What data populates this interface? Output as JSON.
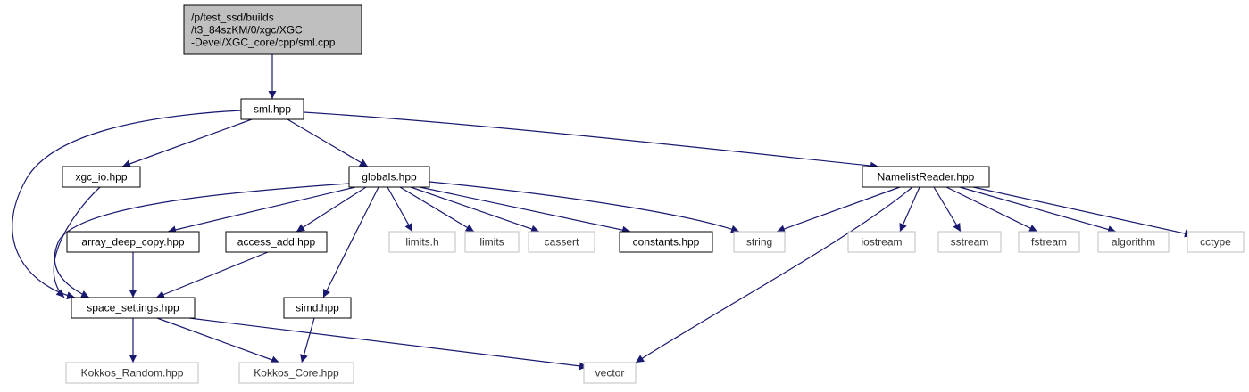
{
  "colors": {
    "edge": "#191970",
    "root_fill": "#bfbfbf",
    "node_border": "#000000",
    "external_border": "#bfbfbf",
    "node_fill": "#ffffff"
  },
  "nodes": [
    {
      "id": "root",
      "lines": [
        "/p/test_ssd/builds",
        "/t3_84szKM/0/xgc/XGC",
        "-Devel/XGC_core/cpp/sml.cpp"
      ],
      "kind": "root"
    },
    {
      "id": "sml",
      "lines": [
        "sml.hpp"
      ],
      "kind": "internal"
    },
    {
      "id": "xgc_io",
      "lines": [
        "xgc_io.hpp"
      ],
      "kind": "internal"
    },
    {
      "id": "globals",
      "lines": [
        "globals.hpp"
      ],
      "kind": "internal"
    },
    {
      "id": "namelist",
      "lines": [
        "NamelistReader.hpp"
      ],
      "kind": "internal"
    },
    {
      "id": "array_deep_copy",
      "lines": [
        "array_deep_copy.hpp"
      ],
      "kind": "internal"
    },
    {
      "id": "access_add",
      "lines": [
        "access_add.hpp"
      ],
      "kind": "internal"
    },
    {
      "id": "limits_h",
      "lines": [
        "limits.h"
      ],
      "kind": "external"
    },
    {
      "id": "limits",
      "lines": [
        "limits"
      ],
      "kind": "external"
    },
    {
      "id": "cassert",
      "lines": [
        "cassert"
      ],
      "kind": "external"
    },
    {
      "id": "constants",
      "lines": [
        "constants.hpp"
      ],
      "kind": "internal"
    },
    {
      "id": "string",
      "lines": [
        "string"
      ],
      "kind": "external"
    },
    {
      "id": "iostream",
      "lines": [
        "iostream"
      ],
      "kind": "external"
    },
    {
      "id": "sstream",
      "lines": [
        "sstream"
      ],
      "kind": "external"
    },
    {
      "id": "fstream",
      "lines": [
        "fstream"
      ],
      "kind": "external"
    },
    {
      "id": "algorithm",
      "lines": [
        "algorithm"
      ],
      "kind": "external"
    },
    {
      "id": "cctype",
      "lines": [
        "cctype"
      ],
      "kind": "external"
    },
    {
      "id": "space_settings",
      "lines": [
        "space_settings.hpp"
      ],
      "kind": "internal"
    },
    {
      "id": "simd",
      "lines": [
        "simd.hpp"
      ],
      "kind": "internal"
    },
    {
      "id": "kokkos_random",
      "lines": [
        "Kokkos_Random.hpp"
      ],
      "kind": "external"
    },
    {
      "id": "kokkos_core",
      "lines": [
        "Kokkos_Core.hpp"
      ],
      "kind": "external"
    },
    {
      "id": "vector",
      "lines": [
        "vector"
      ],
      "kind": "external"
    }
  ],
  "edges": [
    {
      "from": "root",
      "to": "sml"
    },
    {
      "from": "sml",
      "to": "xgc_io"
    },
    {
      "from": "sml",
      "to": "globals"
    },
    {
      "from": "sml",
      "to": "namelist"
    },
    {
      "from": "sml",
      "to": "space_settings"
    },
    {
      "from": "xgc_io",
      "to": "space_settings"
    },
    {
      "from": "globals",
      "to": "array_deep_copy"
    },
    {
      "from": "globals",
      "to": "access_add"
    },
    {
      "from": "globals",
      "to": "limits_h"
    },
    {
      "from": "globals",
      "to": "limits"
    },
    {
      "from": "globals",
      "to": "cassert"
    },
    {
      "from": "globals",
      "to": "constants"
    },
    {
      "from": "globals",
      "to": "string"
    },
    {
      "from": "globals",
      "to": "space_settings"
    },
    {
      "from": "globals",
      "to": "simd"
    },
    {
      "from": "array_deep_copy",
      "to": "space_settings"
    },
    {
      "from": "access_add",
      "to": "space_settings"
    },
    {
      "from": "namelist",
      "to": "string"
    },
    {
      "from": "namelist",
      "to": "iostream"
    },
    {
      "from": "namelist",
      "to": "sstream"
    },
    {
      "from": "namelist",
      "to": "fstream"
    },
    {
      "from": "namelist",
      "to": "algorithm"
    },
    {
      "from": "namelist",
      "to": "cctype"
    },
    {
      "from": "namelist",
      "to": "vector"
    },
    {
      "from": "space_settings",
      "to": "kokkos_random"
    },
    {
      "from": "space_settings",
      "to": "kokkos_core"
    },
    {
      "from": "space_settings",
      "to": "vector"
    },
    {
      "from": "simd",
      "to": "kokkos_core"
    }
  ]
}
